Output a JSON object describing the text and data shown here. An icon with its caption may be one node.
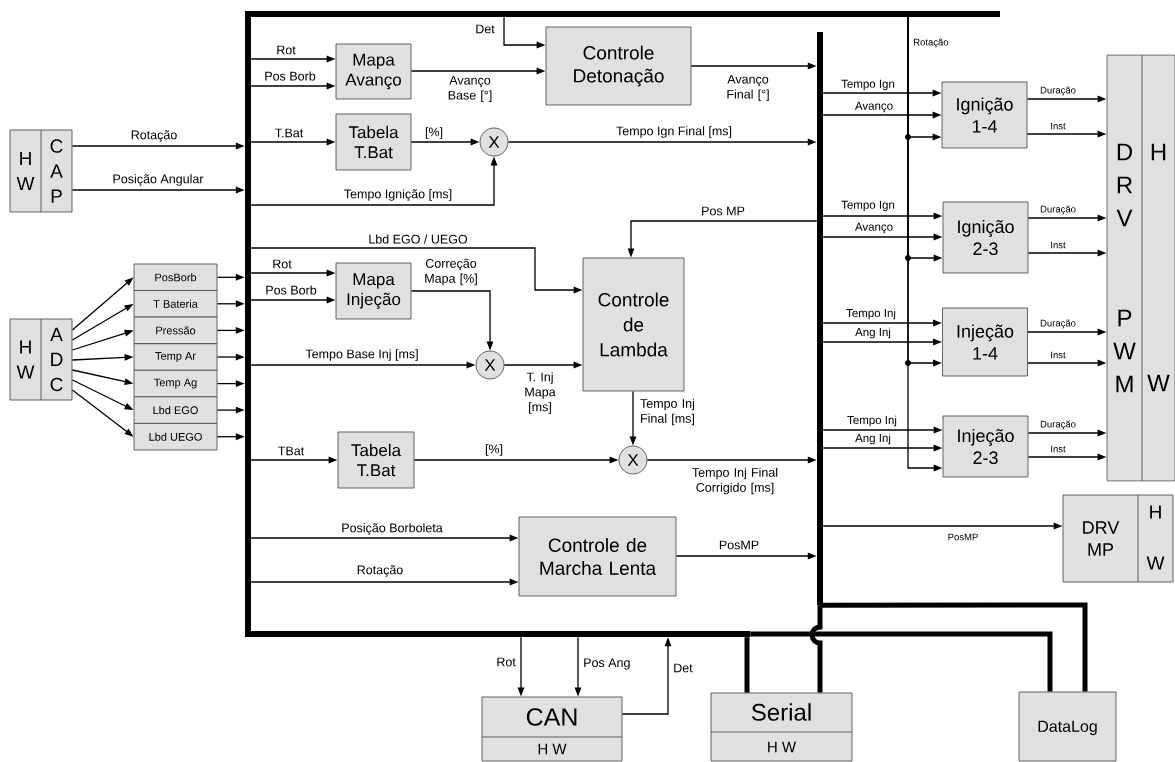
{
  "diagram": {
    "nodes": [
      {
        "text": [
          "H W",
          "C A P"
        ]
      },
      {
        "text": [
          "H W",
          "A D C"
        ]
      },
      {
        "text": [
          "PosBorb"
        ]
      },
      {
        "text": [
          "T Bateria"
        ]
      },
      {
        "text": [
          "Pressão"
        ]
      },
      {
        "text": [
          "Temp Ar"
        ]
      },
      {
        "text": [
          "Temp Ag"
        ]
      },
      {
        "text": [
          "Lbd EGO"
        ]
      },
      {
        "text": [
          "Lbd UEGO"
        ]
      },
      {
        "text": [],
        "shape": "bar"
      },
      {
        "text": [],
        "shape": "bar"
      },
      {
        "text": [],
        "shape": "bar"
      },
      {
        "text": [],
        "shape": "bar"
      },
      {
        "text": [
          "Mapa Avanço"
        ]
      },
      {
        "text": [
          "Controle Detonação"
        ]
      },
      {
        "text": [
          "Tabela T.Bat"
        ]
      },
      {
        "text": [
          "X"
        ]
      },
      {
        "text": [
          "Mapa Injeção"
        ]
      },
      {
        "text": [
          "Controle de Lambda"
        ]
      },
      {
        "text": [
          "X"
        ]
      },
      {
        "text": [
          "Tabela T.Bat"
        ]
      },
      {
        "text": [
          "X"
        ]
      },
      {
        "text": [
          "Controle de Marcha Lenta"
        ]
      },
      {
        "text": [
          "Ignição 1-4"
        ]
      },
      {
        "text": [
          "Ignição 2-3"
        ]
      },
      {
        "text": [
          "Injeção 1-4"
        ]
      },
      {
        "text": [
          "Injeção 2-3"
        ]
      },
      {
        "text": [
          "D R V",
          "P W M",
          "H",
          "W"
        ]
      },
      {
        "text": [
          "DRV MP",
          "H",
          "W"
        ]
      },
      {
        "text": [
          "CAN",
          "H W"
        ]
      },
      {
        "text": [
          "Serial",
          "H W"
        ]
      },
      {
        "text": [
          "DataLog"
        ]
      }
    ],
    "edges": [
      {
        "from": 0,
        "to": 9,
        "arrow": "to",
        "label": "Rotação"
      },
      {
        "from": 0,
        "to": 9,
        "arrow": "to",
        "label": "Posição Angular"
      },
      {
        "from": 1,
        "to": 2,
        "arrow": "to"
      },
      {
        "from": 1,
        "to": 3,
        "arrow": "to"
      },
      {
        "from": 1,
        "to": 4,
        "arrow": "to"
      },
      {
        "from": 1,
        "to": 5,
        "arrow": "to"
      },
      {
        "from": 1,
        "to": 6,
        "arrow": "to"
      },
      {
        "from": 1,
        "to": 7,
        "arrow": "to"
      },
      {
        "from": 1,
        "to": 8,
        "arrow": "to"
      },
      {
        "from": 2,
        "to": 9,
        "arrow": "to"
      },
      {
        "from": 3,
        "to": 9,
        "arrow": "to"
      },
      {
        "from": 4,
        "to": 9,
        "arrow": "to"
      },
      {
        "from": 5,
        "to": 9,
        "arrow": "to"
      },
      {
        "from": 6,
        "to": 9,
        "arrow": "to"
      },
      {
        "from": 7,
        "to": 9,
        "arrow": "to"
      },
      {
        "from": 8,
        "to": 9,
        "arrow": "to"
      },
      {
        "from": 9,
        "to": 13,
        "arrow": "to",
        "label": "Rot"
      },
      {
        "from": 9,
        "to": 13,
        "arrow": "to",
        "label": "Pos Borb"
      },
      {
        "from": 10,
        "to": 14,
        "arrow": "to",
        "label": "Det"
      },
      {
        "from": 13,
        "to": 14,
        "arrow": "to",
        "label": "Avanço Base [°]"
      },
      {
        "from": 14,
        "to": 12,
        "arrow": "to",
        "label": "Avanço Final [°]"
      },
      {
        "from": 9,
        "to": 15,
        "arrow": "to",
        "label": "T.Bat"
      },
      {
        "from": 15,
        "to": 16,
        "arrow": "to",
        "label": "[%]"
      },
      {
        "from": 9,
        "to": 16,
        "arrow": "to",
        "label": "Tempo Ignição [ms]"
      },
      {
        "from": 16,
        "to": 12,
        "arrow": "to",
        "label": "Tempo Ign Final [ms]"
      },
      {
        "from": 12,
        "to": 18,
        "arrow": "to",
        "label": "Pos MP"
      },
      {
        "from": 9,
        "to": 18,
        "arrow": "to",
        "label": "Lbd EGO / UEGO"
      },
      {
        "from": 9,
        "to": 17,
        "arrow": "to",
        "label": "Rot"
      },
      {
        "from": 9,
        "to": 17,
        "arrow": "to",
        "label": "Pos Borb"
      },
      {
        "from": 17,
        "to": 19,
        "arrow": "to",
        "label": "Correção Mapa [%]"
      },
      {
        "from": 9,
        "to": 19,
        "arrow": "to",
        "label": "Tempo Base Inj [ms]"
      },
      {
        "from": 19,
        "to": 18,
        "arrow": "to",
        "label": "T. Inj Mapa [ms]"
      },
      {
        "from": 18,
        "to": 21,
        "arrow": "to",
        "label": "Tempo Inj Final [ms]"
      },
      {
        "from": 9,
        "to": 20,
        "arrow": "to",
        "label": "TBat"
      },
      {
        "from": 20,
        "to": 21,
        "arrow": "to",
        "label": "[%]"
      },
      {
        "from": 21,
        "to": 12,
        "arrow": "to",
        "label": "Tempo Inj Final Corrigido [ms]"
      },
      {
        "from": 9,
        "to": 22,
        "arrow": "to",
        "label": "Posição Borboleta"
      },
      {
        "from": 9,
        "to": 22,
        "arrow": "to",
        "label": "Rotação"
      },
      {
        "from": 22,
        "to": 12,
        "arrow": "to",
        "label": "PosMP"
      },
      {
        "from": 12,
        "to": 23,
        "arrow": "to",
        "label": "Tempo Ign"
      },
      {
        "from": 12,
        "to": 23,
        "arrow": "to",
        "label": "Avanço"
      },
      {
        "from": 10,
        "to": 23,
        "arrow": "to",
        "label": "Rotação"
      },
      {
        "from": 12,
        "to": 24,
        "arrow": "to",
        "label": "Tempo Ign"
      },
      {
        "from": 12,
        "to": 24,
        "arrow": "to",
        "label": "Avanço"
      },
      {
        "from": 10,
        "to": 24,
        "arrow": "to"
      },
      {
        "from": 12,
        "to": 25,
        "arrow": "to",
        "label": "Tempo Inj"
      },
      {
        "from": 12,
        "to": 25,
        "arrow": "to",
        "label": "Ang Inj"
      },
      {
        "from": 10,
        "to": 25,
        "arrow": "to"
      },
      {
        "from": 12,
        "to": 26,
        "arrow": "to",
        "label": "Tempo Inj"
      },
      {
        "from": 12,
        "to": 26,
        "arrow": "to",
        "label": "Ang Inj"
      },
      {
        "from": 10,
        "to": 26,
        "arrow": "to"
      },
      {
        "from": 23,
        "to": 27,
        "arrow": "to",
        "label": "Duração"
      },
      {
        "from": 23,
        "to": 27,
        "arrow": "to",
        "label": "Inst"
      },
      {
        "from": 24,
        "to": 27,
        "arrow": "to",
        "label": "Duração"
      },
      {
        "from": 24,
        "to": 27,
        "arrow": "to",
        "label": "Inst"
      },
      {
        "from": 25,
        "to": 27,
        "arrow": "to",
        "label": "Duração"
      },
      {
        "from": 25,
        "to": 27,
        "arrow": "to",
        "label": "Inst"
      },
      {
        "from": 26,
        "to": 27,
        "arrow": "to",
        "label": "Duração"
      },
      {
        "from": 26,
        "to": 27,
        "arrow": "to",
        "label": "Inst"
      },
      {
        "from": 12,
        "to": 28,
        "arrow": "to",
        "label": "PosMP"
      },
      {
        "from": 11,
        "to": 29,
        "arrow": "to",
        "label": "Rot"
      },
      {
        "from": 11,
        "to": 29,
        "arrow": "to",
        "label": "Pos Ang"
      },
      {
        "from": 29,
        "to": 11,
        "arrow": "to",
        "label": "Det"
      },
      {
        "from": 11,
        "to": 30,
        "arrow": "none",
        "style": "thick"
      },
      {
        "from": 12,
        "to": 30,
        "arrow": "none",
        "style": "thick"
      },
      {
        "from": 12,
        "to": 31,
        "arrow": "none",
        "style": "thick"
      },
      {
        "from": 11,
        "to": 31,
        "arrow": "none",
        "style": "thick"
      }
    ]
  }
}
